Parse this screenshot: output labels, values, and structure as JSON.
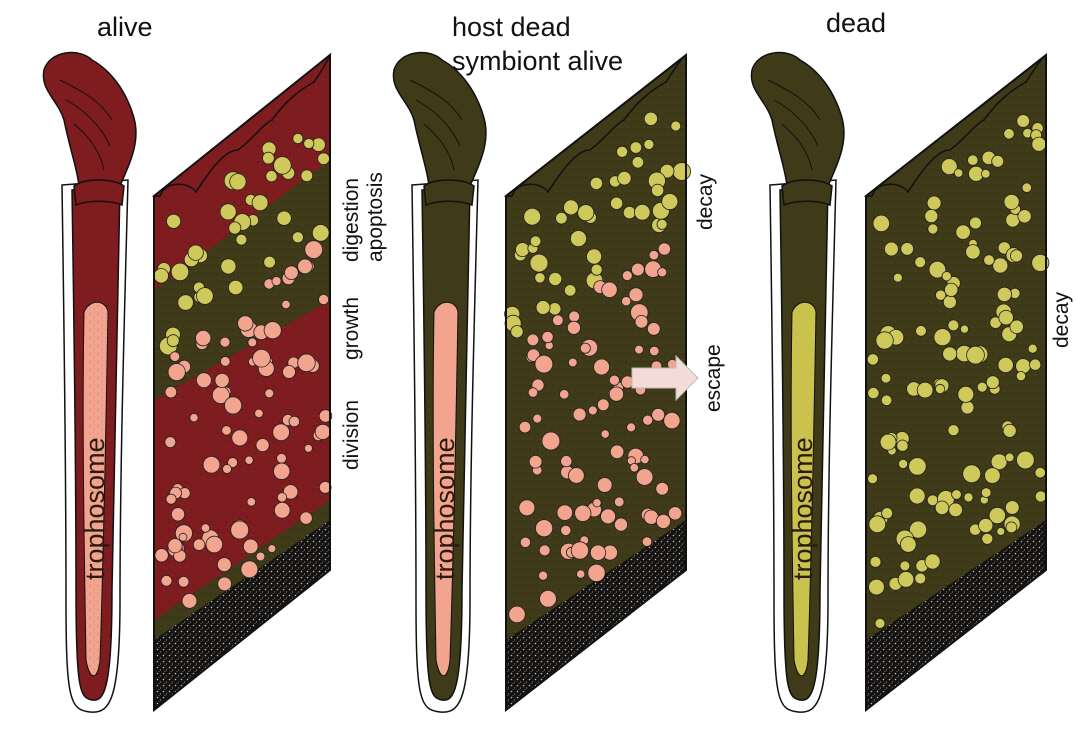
{
  "panels": [
    {
      "title": "alive",
      "worm_label": "trophosome",
      "side_labels": [
        "digestion",
        "apoptosis",
        "growth",
        "division"
      ],
      "colors": {
        "body": "#7e1c1f",
        "block_bg": "#7e1c1f",
        "band_bg": "#3f3a18",
        "trophosome": "#f2a48e",
        "cells": "#f2a48e"
      }
    },
    {
      "title": "host dead\nsymbiont alive",
      "title_line1": "host dead",
      "title_line2": "symbiont alive",
      "worm_label": "trophosome",
      "side_labels": [
        "decay",
        "escape"
      ],
      "colors": {
        "body": "#3f3a18",
        "block_bg": "#3f3a18",
        "band_bg": "#3f3a18",
        "trophosome": "#f2a48e",
        "cells": "#f2a48e"
      }
    },
    {
      "title": "dead",
      "worm_label": "trophosome",
      "side_labels": [
        "decay"
      ],
      "colors": {
        "body": "#3f3a18",
        "block_bg": "#3f3a18",
        "band_bg": "#3f3a18",
        "trophosome": "#c9c24c",
        "cells": "#c9c24c"
      }
    }
  ],
  "colors": {
    "yellow_cells": "#cfc85a",
    "tube_outline": "#111111",
    "arrow_fill": "#f3dcd8"
  },
  "icons": {
    "escape_arrow": "right-arrow-icon"
  }
}
